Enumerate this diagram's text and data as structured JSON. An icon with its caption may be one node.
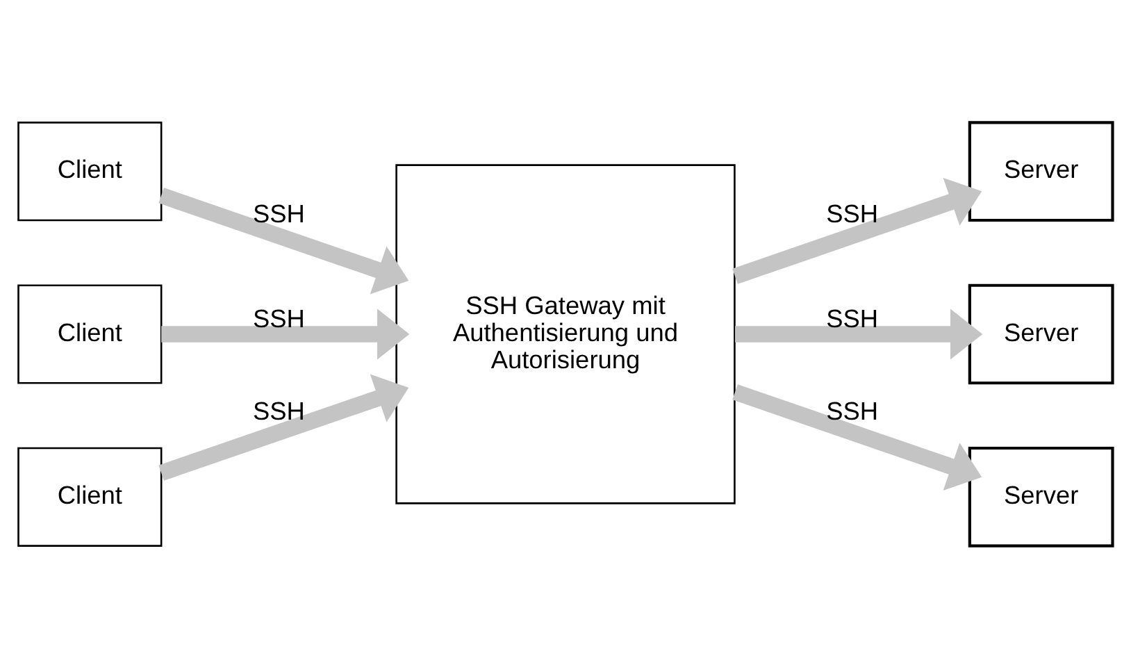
{
  "diagram": {
    "nodes": [
      {
        "text": [
          "Client"
        ]
      },
      {
        "text": [
          "Client"
        ]
      },
      {
        "text": [
          "Client"
        ]
      },
      {
        "text": [
          "SSH Gateway mit Authentisierung und Autorisierung"
        ]
      },
      {
        "text": [
          "Server"
        ]
      },
      {
        "text": [
          "Server"
        ]
      },
      {
        "text": [
          "Server"
        ]
      }
    ],
    "edges": [
      {
        "from": 0,
        "to": 3,
        "arrow": "to",
        "label": "SSH"
      },
      {
        "from": 1,
        "to": 3,
        "arrow": "to",
        "label": "SSH"
      },
      {
        "from": 2,
        "to": 3,
        "arrow": "to",
        "label": "SSH"
      },
      {
        "from": 3,
        "to": 4,
        "arrow": "to",
        "label": "SSH"
      },
      {
        "from": 3,
        "to": 5,
        "arrow": "to",
        "label": "SSH"
      },
      {
        "from": 3,
        "to": 6,
        "arrow": "to",
        "label": "SSH"
      }
    ]
  }
}
